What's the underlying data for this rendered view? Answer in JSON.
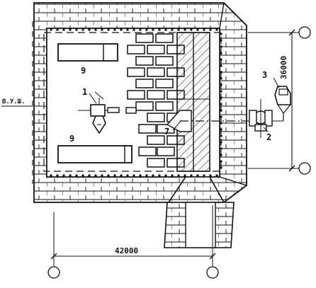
{
  "labels": {
    "label_1": "1",
    "label_2": "2",
    "label_3": "3",
    "label_7": "7",
    "label_9_top": "9",
    "label_9_bottom": "9",
    "vyu": "В.У.Ш.",
    "dim_width": "42000",
    "dim_height": "36000"
  },
  "colors": {
    "ink": "#111111",
    "paper": "#ffffff"
  }
}
